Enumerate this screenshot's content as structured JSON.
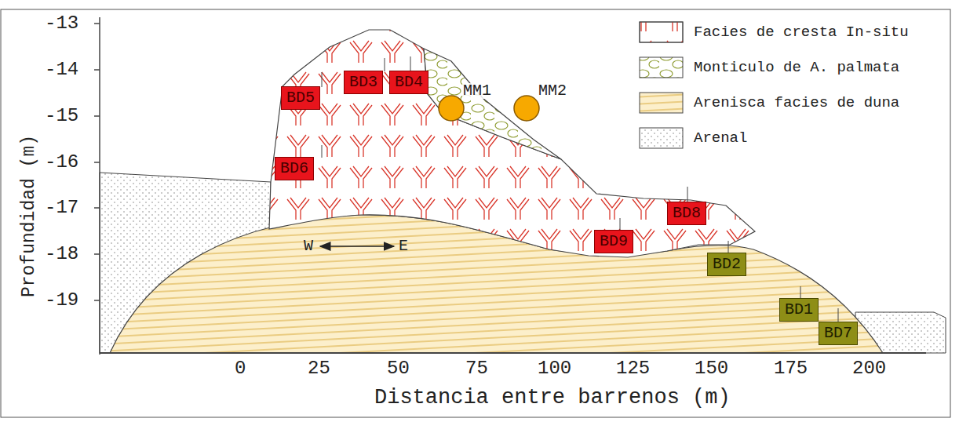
{
  "diagram": {
    "nodes": [
      {
        "text": [
          "BD5"
        ]
      },
      {
        "text": [
          "BD3"
        ]
      },
      {
        "text": [
          "BD4"
        ]
      },
      {
        "text": [
          "MM1"
        ]
      },
      {
        "text": [
          "MM2"
        ]
      },
      {
        "text": [
          "BD6"
        ]
      },
      {
        "text": [
          "BD8"
        ]
      },
      {
        "text": [
          "BD9"
        ]
      },
      {
        "text": [
          "BD2"
        ]
      },
      {
        "text": [
          "BD1"
        ]
      },
      {
        "text": [
          "BD7"
        ]
      }
    ],
    "labels": [
      "-13",
      "-14",
      "-15",
      "-16",
      "-17",
      "-18",
      "-19",
      "0",
      "25",
      "50",
      "75",
      "100",
      "125",
      "150",
      "175",
      "200",
      "Profundidad (m)",
      "Distancia entre barrenos (m)",
      "W",
      "E"
    ],
    "legend": [
      {
        "text": "Facies de cresta In-situ"
      },
      {
        "text": "Monticulo de A. palmata"
      },
      {
        "text": "Arenisca facies de duna"
      },
      {
        "text": "Arenal"
      }
    ]
  }
}
